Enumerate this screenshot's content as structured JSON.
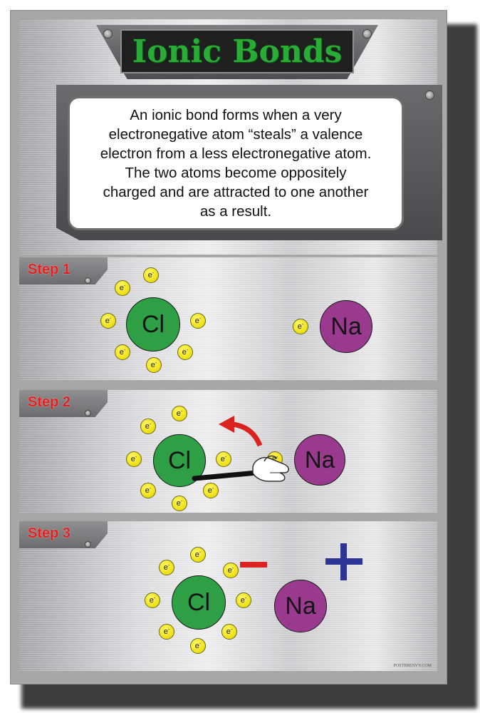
{
  "title": "Ionic Bonds",
  "description": [
    "An ionic bond forms when a very",
    "electronegative atom “steals” a valence",
    "electron from a less electronegative atom.",
    "The two atoms become oppositely",
    "charged and are attracted to one another",
    "as a result."
  ],
  "steps": [
    {
      "label": "Step 1"
    },
    {
      "label": "Step 2"
    },
    {
      "label": "Step 3"
    }
  ],
  "atoms": {
    "chlorine": "Cl",
    "sodium": "Na"
  },
  "electron_symbol": "e",
  "electron_charge": "-",
  "colors": {
    "title_green": "#2aaa36",
    "step_label_red": "#e02020",
    "chlorine_green": "#2e9f45",
    "sodium_purple": "#9a3a8f",
    "electron_yellow": "#f1e21a",
    "minus_red": "#dc2323",
    "plus_blue": "#2d3494"
  },
  "credit": "POSTERENVY.COM"
}
